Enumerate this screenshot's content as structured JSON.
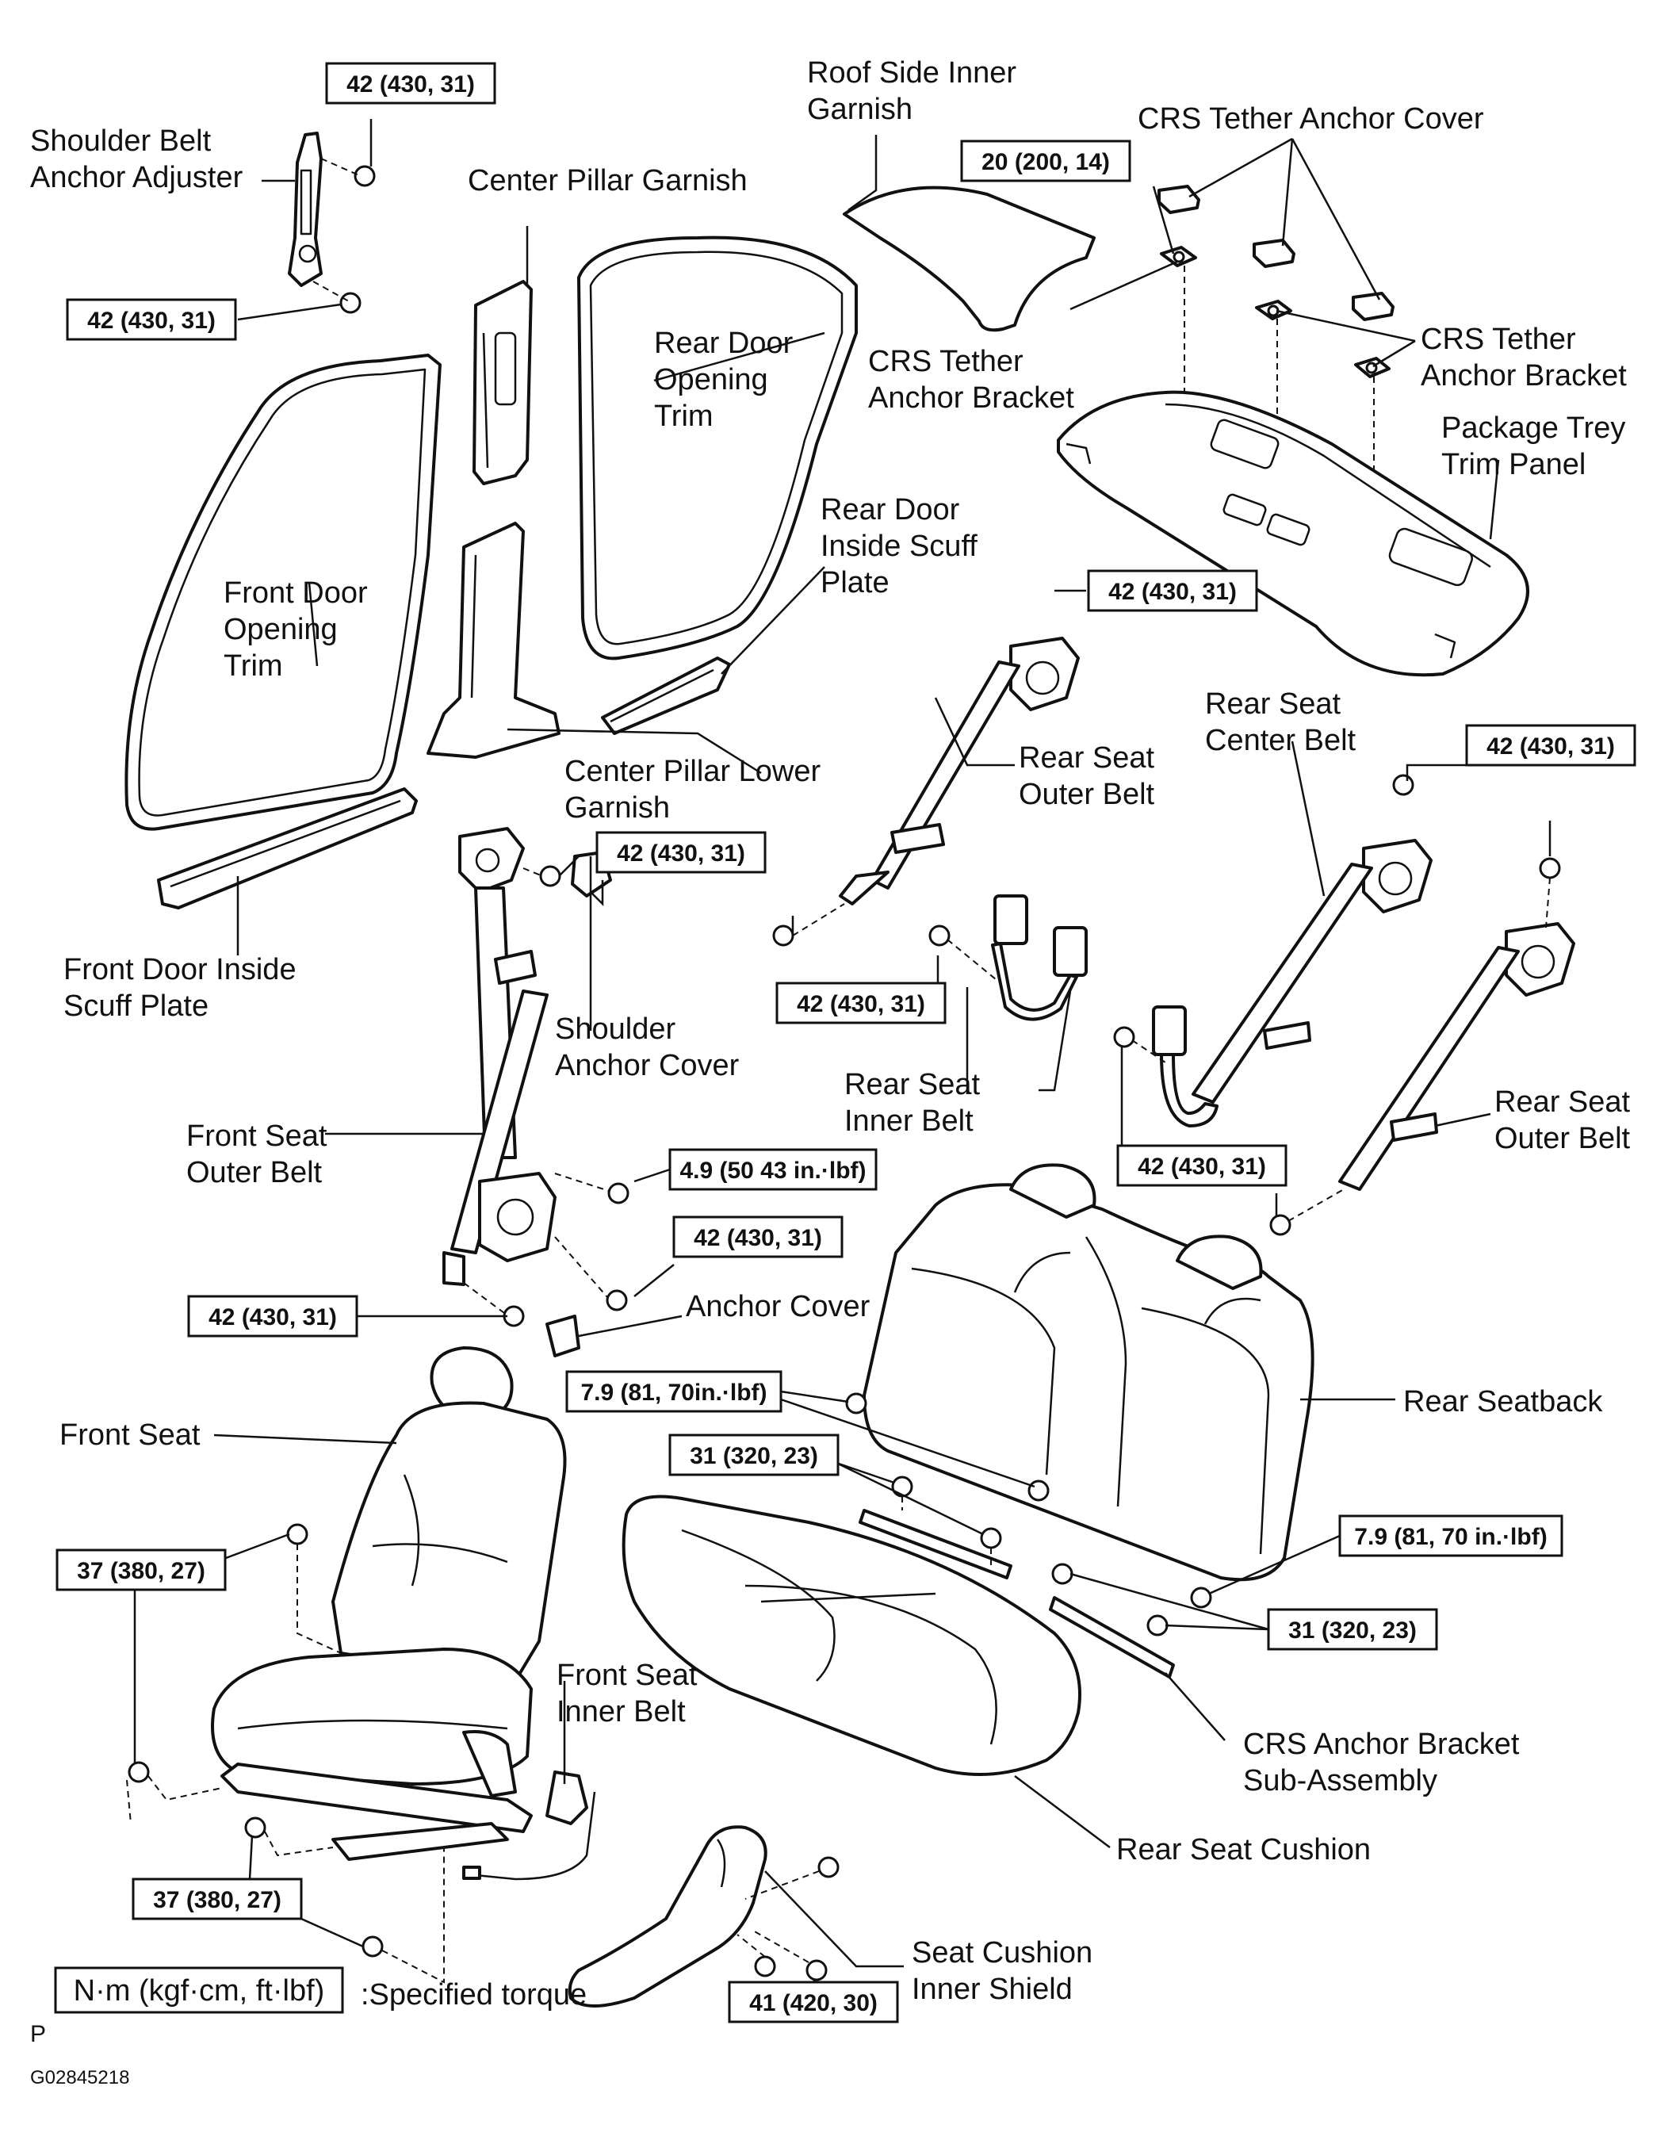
{
  "labels": {
    "shoulder_belt_anchor_adjuster": [
      "Shoulder Belt",
      "Anchor Adjuster"
    ],
    "center_pillar_garnish": "Center Pillar Garnish",
    "roof_side_inner_garnish": [
      "Roof Side Inner",
      "Garnish"
    ],
    "crs_tether_anchor_cover": "CRS Tether Anchor Cover",
    "rear_door_opening_trim": [
      "Rear Door",
      "Opening",
      "Trim"
    ],
    "crs_tether_anchor_bracket_left": [
      "CRS Tether",
      "Anchor Bracket"
    ],
    "crs_tether_anchor_bracket_right": [
      "CRS Tether",
      "Anchor Bracket"
    ],
    "package_trey_trim_panel": [
      "Package Trey",
      "Trim Panel"
    ],
    "front_door_opening_trim": [
      "Front Door",
      "Opening",
      "Trim"
    ],
    "rear_door_inside_scuff_plate": [
      "Rear  Door",
      "Inside Scuff",
      "Plate"
    ],
    "rear_seat_outer_belt_upper": [
      "Rear Seat",
      "Outer Belt"
    ],
    "rear_seat_center_belt": [
      "Rear  Seat",
      "Center Belt"
    ],
    "center_pillar_lower_garnish": [
      "Center Pillar Lower",
      "Garnish"
    ],
    "front_door_inside_scuff_plate": [
      "Front Door Inside",
      "Scuff Plate"
    ],
    "shoulder_anchor_cover": [
      "Shoulder",
      "Anchor Cover"
    ],
    "rear_seat_inner_belt": [
      "Rear Seat",
      "Inner Belt"
    ],
    "rear_seat_outer_belt_lower": [
      "Rear Seat",
      "Outer Belt"
    ],
    "front_seat_outer_belt": [
      "Front  Seat",
      "Outer Belt"
    ],
    "anchor_cover": "Anchor Cover",
    "rear_seatback": "Rear Seatback",
    "front_seat": "Front Seat",
    "front_seat_inner_belt": [
      "Front Seat",
      "Inner Belt"
    ],
    "crs_anchor_bracket_sub_assembly": [
      "CRS  Anchor  Bracket",
      "Sub-Assembly"
    ],
    "rear_seat_cushion": "Rear Seat Cushion",
    "seat_cushion_inner_shield": [
      "Seat Cushion",
      "Inner Shield"
    ]
  },
  "torques": {
    "t1": "42 (430, 31)",
    "t2": "42 (430, 31)",
    "t3": "20 (200, 14)",
    "t4": "42 (430, 31)",
    "t5": "42 (430, 31)",
    "t6": "42 (430, 31)",
    "t7": "42 (430, 31)",
    "t8": "42 (430, 31)",
    "t9": "4.9 (50 43 in.·lbf)",
    "t10": "42 (430, 31)",
    "t11": "42 (430, 31)",
    "t12": "7.9 (81, 70in.·lbf)",
    "t13": "31 (320, 23)",
    "t14": "7.9 (81, 70 in.·lbf)",
    "t15": "37 (380, 27)",
    "t16": "31 (320, 23)",
    "t17": "37 (380, 27)",
    "t18": "41 (420, 30)"
  },
  "legend": {
    "unit_box": "N·m (kgf·cm, ft·lbf)",
    "text": ":Specified torque"
  },
  "footer": {
    "page_letter": "P",
    "figure_code": "G02845218"
  }
}
